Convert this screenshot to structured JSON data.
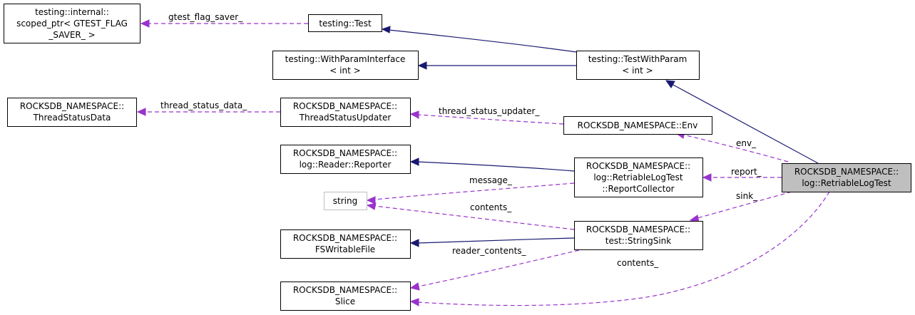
{
  "nodes": {
    "scoped_ptr": {
      "lines": [
        "testing::internal::",
        "scoped_ptr< GTEST_FLAG",
        "_SAVER_ >"
      ]
    },
    "test": {
      "lines": [
        "testing::Test"
      ]
    },
    "with_param_interface": {
      "lines": [
        "testing::WithParamInterface",
        "< int >"
      ]
    },
    "test_with_param": {
      "lines": [
        "testing::TestWithParam",
        "< int >"
      ]
    },
    "thread_status_data": {
      "lines": [
        "ROCKSDB_NAMESPACE::",
        "ThreadStatusData"
      ]
    },
    "thread_status_updater": {
      "lines": [
        "ROCKSDB_NAMESPACE::",
        "ThreadStatusUpdater"
      ]
    },
    "env": {
      "lines": [
        "ROCKSDB_NAMESPACE::Env"
      ]
    },
    "reader_reporter": {
      "lines": [
        "ROCKSDB_NAMESPACE::",
        "log::Reader::Reporter"
      ]
    },
    "report_collector": {
      "lines": [
        "ROCKSDB_NAMESPACE::",
        "log::RetriableLogTest",
        "::ReportCollector"
      ]
    },
    "retriable_log_test": {
      "lines": [
        "ROCKSDB_NAMESPACE::",
        "log::RetriableLogTest"
      ]
    },
    "string": {
      "lines": [
        "string"
      ]
    },
    "string_sink": {
      "lines": [
        "ROCKSDB_NAMESPACE::",
        "test::StringSink"
      ]
    },
    "fs_writable_file": {
      "lines": [
        "ROCKSDB_NAMESPACE::",
        "FSWritableFile"
      ]
    },
    "slice": {
      "lines": [
        "ROCKSDB_NAMESPACE::",
        "Slice"
      ]
    }
  },
  "edge_labels": {
    "gtest_flag_saver": "gtest_flag_saver_",
    "thread_status_data": "thread_status_data_",
    "thread_status_updater": "thread_status_updater_",
    "env": "env_",
    "report": "report_",
    "message": "message_",
    "sink": "sink_",
    "contents_string": "contents_",
    "reader_contents": "reader_contents_",
    "contents_slice": "contents_"
  },
  "colors": {
    "inheritance_edge": "#191970",
    "usage_edge": "#9a32cd",
    "focus_node_fill": "#bfbfbf",
    "external_node_border": "#bfbfbf"
  }
}
